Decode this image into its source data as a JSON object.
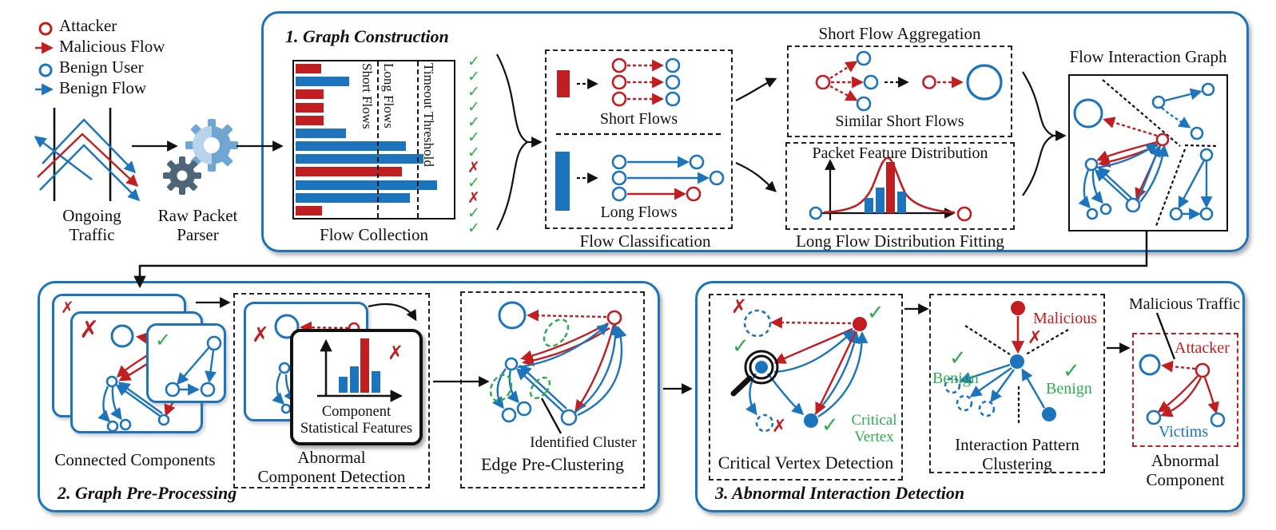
{
  "colors": {
    "blue": "#1b74bc",
    "red": "#c01e20",
    "green": "#2fad4e",
    "black": "#111111",
    "gear_light": "#b9d3ea",
    "gear_mid": "#6fa6d4",
    "gear_dark": "#4d6577"
  },
  "marks_glyphs": {
    "check": "✓",
    "cross": "✗"
  },
  "legend": {
    "items": [
      {
        "icon": "attacker-icon",
        "label": "Attacker"
      },
      {
        "icon": "malicious-flow-icon",
        "label": "Malicious Flow"
      },
      {
        "icon": "benign-user-icon",
        "label": "Benign User"
      },
      {
        "icon": "benign-flow-icon",
        "label": "Benign Flow"
      }
    ]
  },
  "intro": {
    "ongoing_traffic_line1": "Ongoing",
    "ongoing_traffic_line2": "Traffic",
    "parser_line1": "Raw Packet",
    "parser_line2": "Parser"
  },
  "section1": {
    "title": "1. Graph Construction",
    "flow_collection": {
      "caption": "Flow Collection",
      "rotated_labels": {
        "short": "Short Flows",
        "long": "Long Flows",
        "timeout": "Timeout Threshold"
      },
      "bars": [
        {
          "color": "red",
          "w": 32
        },
        {
          "color": "blue",
          "w": 67
        },
        {
          "color": "red",
          "w": 35
        },
        {
          "color": "red",
          "w": 35
        },
        {
          "color": "red",
          "w": 35
        },
        {
          "color": "blue",
          "w": 63
        },
        {
          "color": "blue",
          "w": 138
        },
        {
          "color": "blue",
          "w": 160
        },
        {
          "color": "red",
          "w": 133
        },
        {
          "color": "blue",
          "w": 177
        },
        {
          "color": "blue",
          "w": 143
        },
        {
          "color": "red",
          "w": 33
        }
      ],
      "marks": [
        "check",
        "check",
        "check",
        "check",
        "check",
        "check",
        "check",
        "cross",
        "check",
        "cross",
        "check",
        "check"
      ]
    },
    "flow_classification": {
      "caption": "Flow Classification",
      "short_flows_label": "Short Flows",
      "long_flows_label": "Long Flows"
    },
    "short_flow_aggregation": {
      "title": "Short Flow Aggregation",
      "caption": "Similar Short Flows"
    },
    "long_flow_fitting": {
      "title": "Packet Feature Distribution",
      "caption": "Long Flow Distribution Fitting",
      "histogram": {
        "bars": [
          {
            "color": "blue",
            "h": 19
          },
          {
            "color": "blue",
            "h": 32
          },
          {
            "color": "red",
            "h": 64
          },
          {
            "color": "blue",
            "h": 27
          }
        ]
      }
    },
    "flow_interaction_graph": {
      "title": "Flow Interaction Graph"
    }
  },
  "section2": {
    "title": "2. Graph Pre-Processing",
    "connected_components": {
      "caption": "Connected Components"
    },
    "abnormal_component_detection": {
      "caption_line1": "Abnormal",
      "caption_line2": "Component Detection",
      "stat_box": {
        "caption_line1": "Component",
        "caption_line2": "Statistical Features",
        "histogram": {
          "bars": [
            {
              "color": "blue",
              "h": 20
            },
            {
              "color": "blue",
              "h": 33
            },
            {
              "color": "red",
              "h": 68
            },
            {
              "color": "blue",
              "h": 27
            }
          ]
        }
      }
    },
    "edge_pre_clustering": {
      "caption": "Edge Pre-Clustering",
      "annotation": "Identified Cluster"
    }
  },
  "section3": {
    "title": "3. Abnormal Interaction Detection",
    "critical_vertex_detection": {
      "caption": "Critical Vertex Detection",
      "critical_vertex_line1": "Critical",
      "critical_vertex_line2": "Vertex"
    },
    "interaction_pattern_clustering": {
      "caption_line1": "Interaction Pattern",
      "caption_line2": "Clustering",
      "malicious_label": "Malicious",
      "benign_left_label": "Benign",
      "benign_right_label": "Benign"
    },
    "abnormal_component": {
      "caption_line1": "Abnormal",
      "caption_line2": "Component",
      "attacker_label": "Attacker",
      "victims_label": "Victims",
      "malicious_traffic_label": "Malicious Traffic"
    }
  }
}
